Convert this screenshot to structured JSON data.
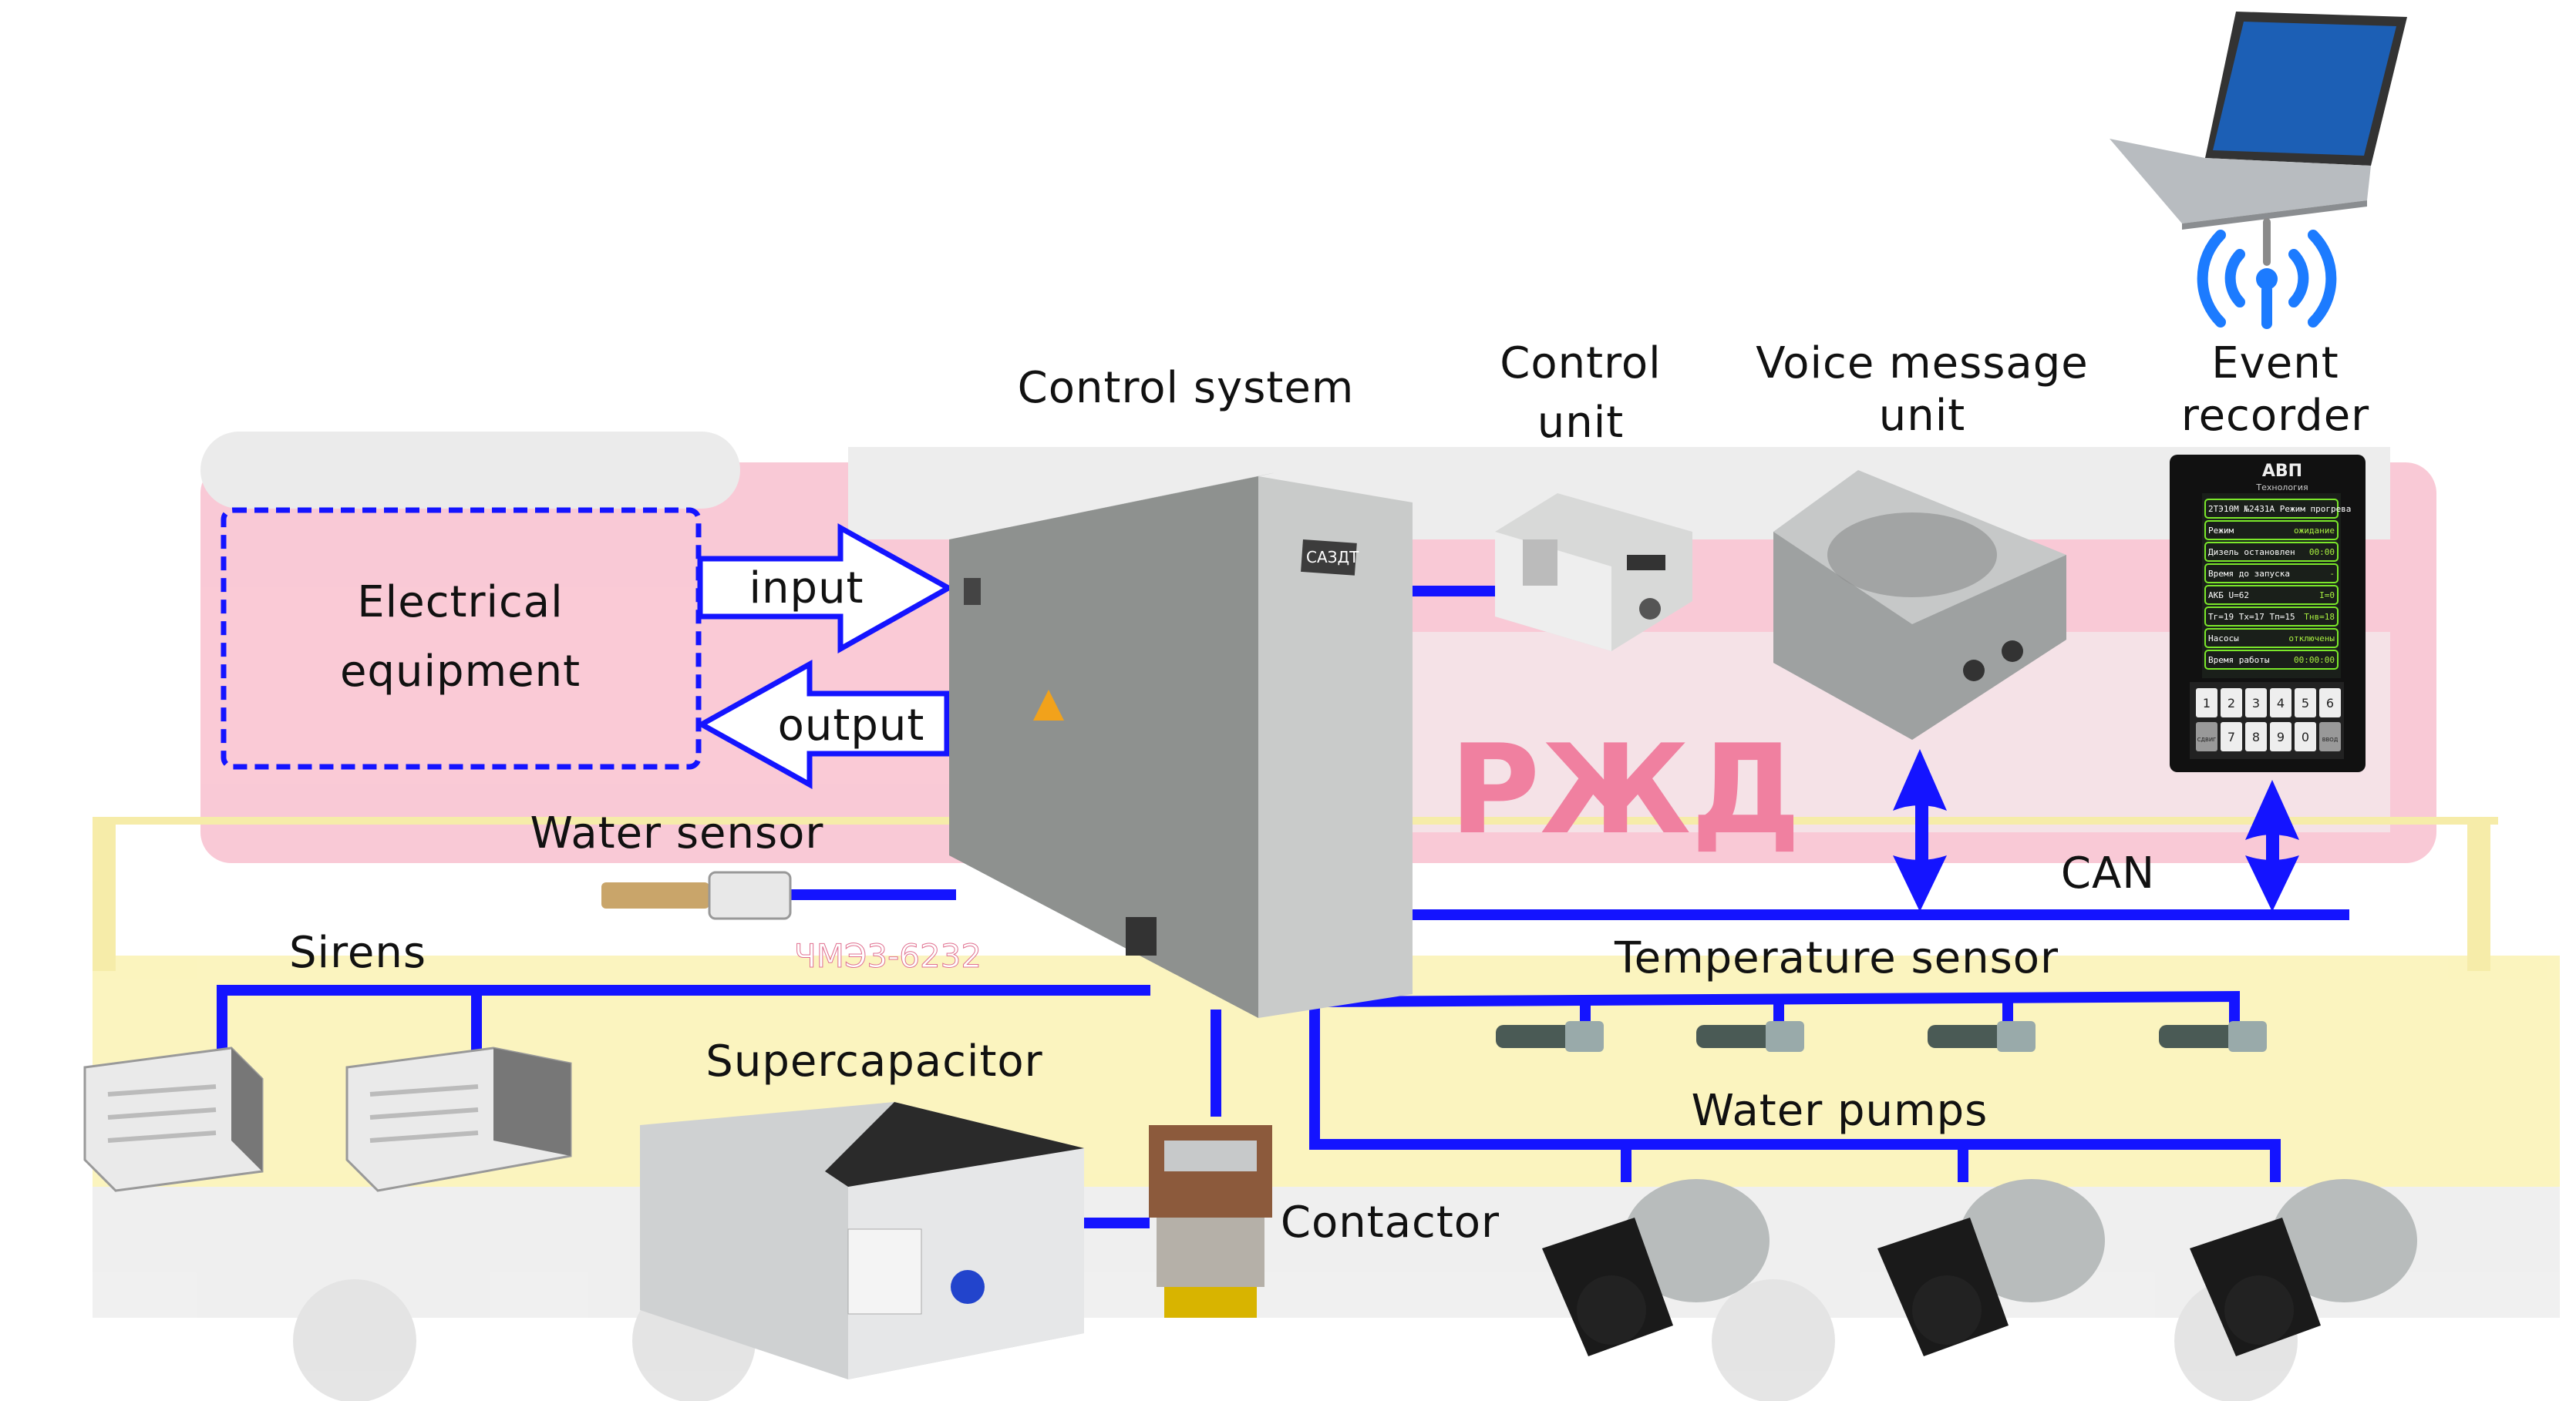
{
  "colors": {
    "bus": "#1414ff",
    "background_loco_red": "#f7b3c6",
    "background_loco_yellow": "#fbf2b0"
  },
  "labels": {
    "control_system": "Control system",
    "control_unit": [
      "Control",
      "unit"
    ],
    "voice_message_unit": [
      "Voice message",
      "unit"
    ],
    "event_recorder": [
      "Event",
      "recorder"
    ],
    "electrical_equipment": [
      "Electrical",
      "equipment"
    ],
    "input": "input",
    "output": "output",
    "water_sensor": "Water sensor",
    "can": "CAN",
    "sirens": "Sirens",
    "temperature_sensor": "Temperature sensor",
    "supercapacitor": "Supercapacitor",
    "water_pumps": "Water pumps",
    "contactor": "Contactor"
  },
  "device_text": {
    "cabinet_tag": "САЗДТ",
    "loco_number": "ЧМЭ3-6232",
    "loco_logo": "РЖД",
    "recorder_brand": "АВП",
    "recorder_brand_sub": "Технология",
    "recorder_screen": [
      [
        "2ТЭ10М №2431А Режим прогрева",
        ""
      ],
      [
        "Режим",
        "ожидание"
      ],
      [
        "Дизель остановлен",
        "00:00"
      ],
      [
        "Время до запуска",
        "-"
      ],
      [
        "АКБ U=62",
        "I=0"
      ],
      [
        "Тг=19 Тх=17 Тп=15",
        "Тнв=18"
      ],
      [
        "Насосы",
        "отключены"
      ],
      [
        "Время работы",
        "00:00:00"
      ]
    ],
    "keypad": [
      "1",
      "2",
      "3",
      "4",
      "5",
      "6",
      "СДВИГ",
      "7",
      "8",
      "9",
      "0",
      "ВВОД"
    ]
  },
  "icons": {
    "wireless": "wifi-broadcast-icon",
    "laptop": "laptop-icon"
  }
}
